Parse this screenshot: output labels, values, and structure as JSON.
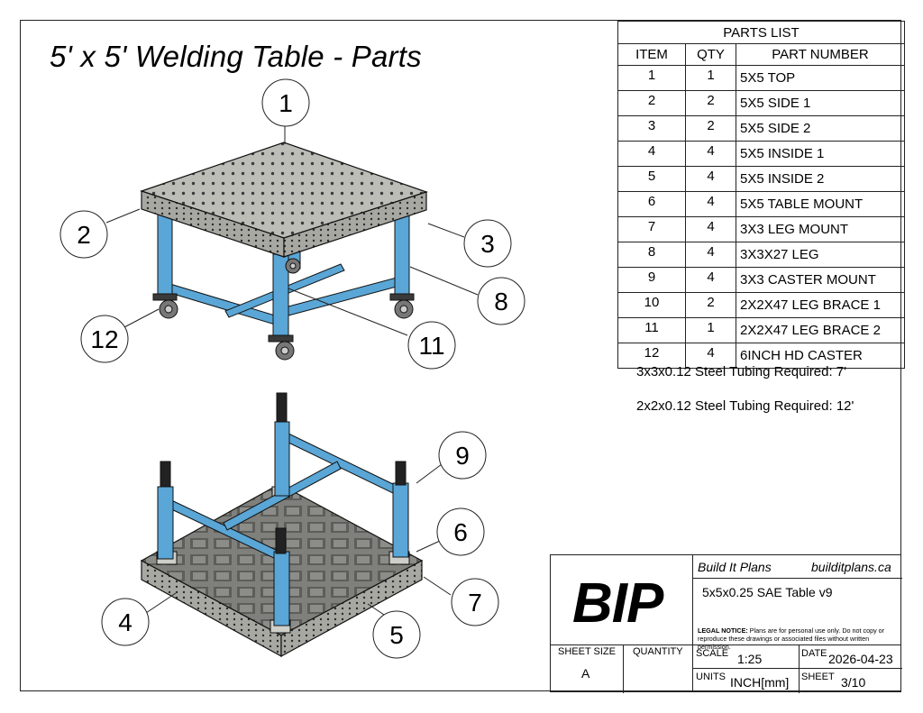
{
  "title": "5' x 5' Welding Table - Parts",
  "parts_list": {
    "caption": "PARTS LIST",
    "headers": [
      "ITEM",
      "QTY",
      "PART NUMBER"
    ],
    "rows": [
      {
        "item": "1",
        "qty": "1",
        "part": "5X5 TOP"
      },
      {
        "item": "2",
        "qty": "2",
        "part": "5X5 SIDE 1"
      },
      {
        "item": "3",
        "qty": "2",
        "part": "5X5 SIDE 2"
      },
      {
        "item": "4",
        "qty": "4",
        "part": "5X5 INSIDE 1"
      },
      {
        "item": "5",
        "qty": "4",
        "part": "5X5 INSIDE 2"
      },
      {
        "item": "6",
        "qty": "4",
        "part": "5X5 TABLE MOUNT"
      },
      {
        "item": "7",
        "qty": "4",
        "part": "3X3 LEG MOUNT"
      },
      {
        "item": "8",
        "qty": "4",
        "part": "3X3X27 LEG"
      },
      {
        "item": "9",
        "qty": "4",
        "part": "3X3 CASTER MOUNT"
      },
      {
        "item": "10",
        "qty": "2",
        "part": "2X2X47 LEG BRACE 1"
      },
      {
        "item": "11",
        "qty": "1",
        "part": "2X2X47 LEG BRACE 2"
      },
      {
        "item": "12",
        "qty": "4",
        "part": "6INCH HD CASTER"
      }
    ]
  },
  "notes": {
    "tubing_3x3": "3x3x0.12 Steel Tubing Required: 7'",
    "tubing_2x2": "2x2x0.12 Steel Tubing Required: 12'"
  },
  "balloons": {
    "b1": "1",
    "b2": "2",
    "b3": "3",
    "b4": "4",
    "b5": "5",
    "b6": "6",
    "b7": "7",
    "b8": "8",
    "b9": "9",
    "b11": "11",
    "b12": "12"
  },
  "title_block": {
    "logo": "BIP",
    "company": "Build It Plans",
    "website": "builditplans.ca",
    "drawing_title": "5x5x0.25 SAE Table v9",
    "legal_label": "LEGAL NOTICE:",
    "legal_text": " Plans are for personal use only. Do not copy or reproduce these drawings or associated files without written permission.",
    "sheet_size_label": "SHEET SIZE",
    "sheet_size": "A",
    "quantity_label": "QUANTITY",
    "quantity": "",
    "scale_label": "SCALE",
    "scale": "1:25",
    "date_label": "DATE",
    "date": "2026-04-23",
    "units_label": "UNITS",
    "units": "INCH[mm]",
    "sheet_label": "SHEET",
    "sheet": "3/10"
  },
  "colors": {
    "steel_blue": "#5aa6d6",
    "plate_gray": "#b9b9b4",
    "outline": "#111111"
  }
}
